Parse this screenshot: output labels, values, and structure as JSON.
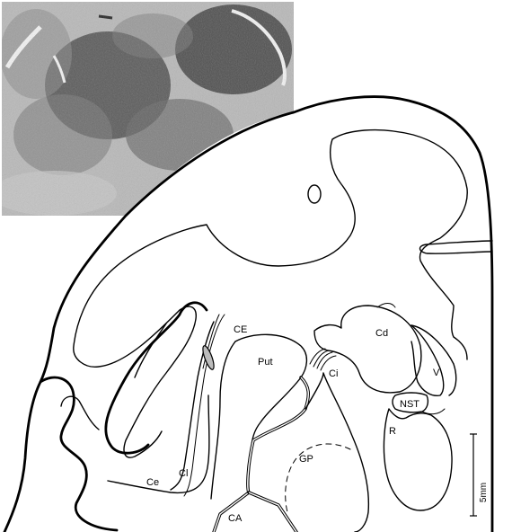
{
  "labels": {
    "ce": "CE",
    "put": "Put",
    "cd": "Cd",
    "ci": "Ci",
    "v": "V",
    "nst": "NST",
    "r": "R",
    "gp": "GP",
    "cl": "Cl",
    "ce_lower": "Ce",
    "ca": "CA"
  },
  "scale_bar": {
    "label": "5mm"
  },
  "colors": {
    "ink": "#000000",
    "paper": "#ffffff",
    "photo_dark": "#3a3a3a",
    "photo_light": "#b8b8b8"
  }
}
